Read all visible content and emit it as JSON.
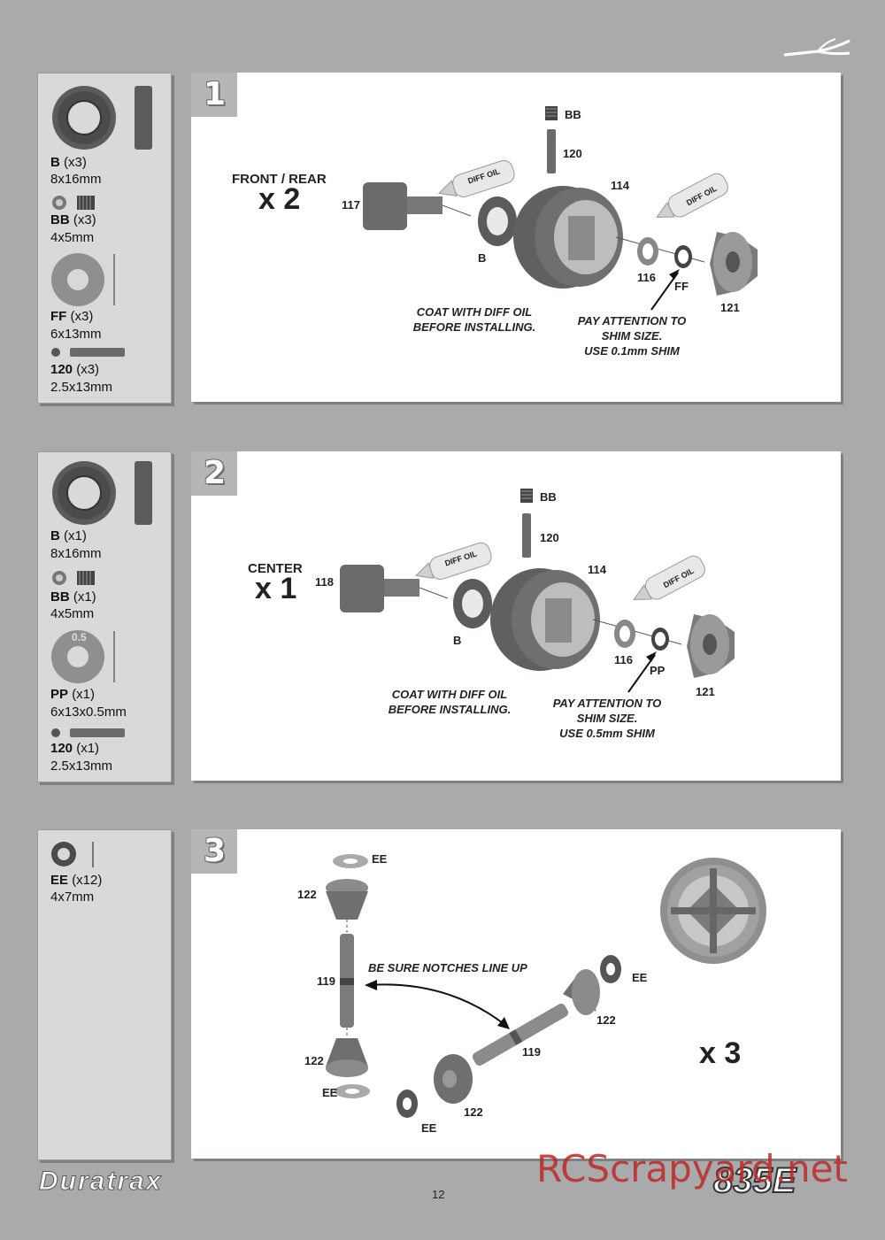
{
  "steps": [
    {
      "number": "1",
      "multiplier_title": "FRONT / REAR",
      "multiplier": "x 2",
      "parts": [
        {
          "code": "B",
          "qty": "(x3)",
          "size": "8x16mm"
        },
        {
          "code": "BB",
          "qty": "(x3)",
          "size": "4x5mm"
        },
        {
          "code": "FF",
          "qty": "(x3)",
          "size": "6x13mm"
        },
        {
          "code": "120",
          "qty": "(x3)",
          "size": "2.5x13mm"
        }
      ],
      "labels": {
        "bb": "BB",
        "p120": "120",
        "p114": "114",
        "p117": "117",
        "b": "B",
        "p116": "116",
        "ff": "FF",
        "p121": "121",
        "oil": "DIFF OIL"
      },
      "note_coat": [
        "COAT WITH DIFF OIL",
        "BEFORE INSTALLING."
      ],
      "note_shim": [
        "PAY ATTENTION TO",
        "SHIM SIZE.",
        "USE 0.1mm SHIM"
      ]
    },
    {
      "number": "2",
      "multiplier_title": "CENTER",
      "multiplier": "x 1",
      "parts": [
        {
          "code": "B",
          "qty": "(x1)",
          "size": "8x16mm"
        },
        {
          "code": "BB",
          "qty": "(x1)",
          "size": "4x5mm"
        },
        {
          "code": "PP",
          "qty": "(x1)",
          "size": "6x13x0.5mm"
        },
        {
          "code": "120",
          "qty": "(x1)",
          "size": "2.5x13mm"
        }
      ],
      "shim_mark": "0.5",
      "labels": {
        "bb": "BB",
        "p120": "120",
        "p114": "114",
        "p118": "118",
        "b": "B",
        "p116": "116",
        "pp": "PP",
        "p121": "121",
        "oil": "DIFF OIL"
      },
      "note_coat": [
        "COAT WITH DIFF OIL",
        "BEFORE INSTALLING."
      ],
      "note_shim": [
        "PAY ATTENTION TO",
        "SHIM SIZE.",
        "USE 0.5mm SHIM"
      ]
    },
    {
      "number": "3",
      "multiplier": "x 3",
      "parts": [
        {
          "code": "EE",
          "qty": "(x12)",
          "size": "4x7mm"
        }
      ],
      "labels": {
        "ee": "EE",
        "p122": "122",
        "p119": "119"
      },
      "note_notch": "BE SURE NOTCHES LINE UP"
    }
  ],
  "footer": {
    "brand": "Duratrax",
    "page": "12",
    "watermark": "RCScrapyard.net",
    "model": "835E"
  },
  "colors": {
    "background": "#a9aaac",
    "sidebar": "#d9d9da",
    "panel": "#ffffff",
    "part": "#5a5b5d"
  }
}
